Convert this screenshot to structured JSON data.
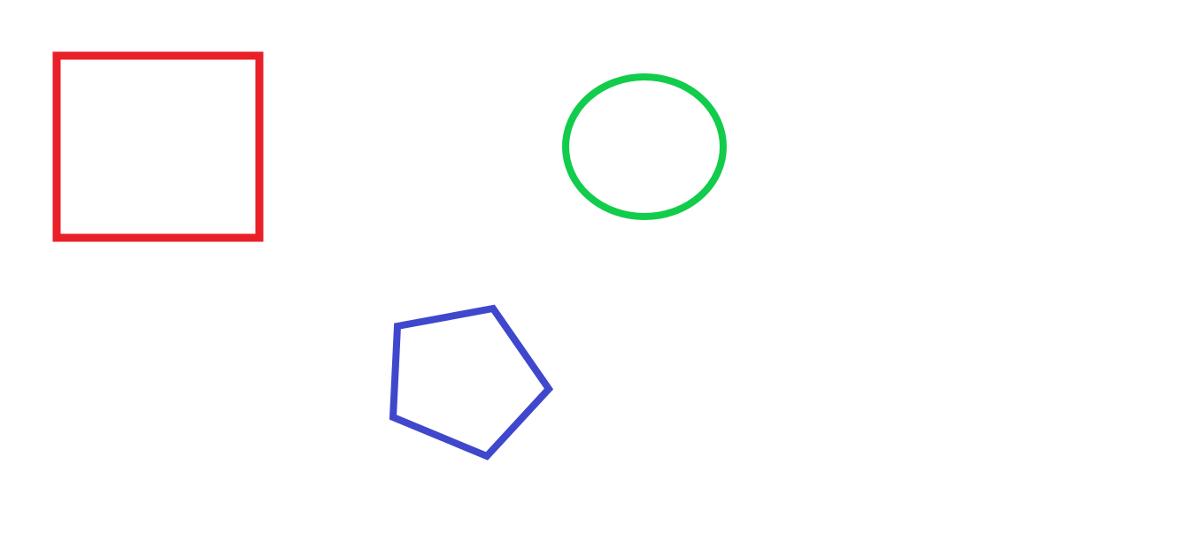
{
  "canvas": {
    "background": "#ffffff"
  },
  "shapes": [
    {
      "kind": "square",
      "stroke": "#ea2029",
      "fill": "none"
    },
    {
      "kind": "ellipse",
      "stroke": "#12cc4b",
      "fill": "none"
    },
    {
      "kind": "pentagon",
      "stroke": "#3f48cc",
      "fill": "none"
    }
  ]
}
